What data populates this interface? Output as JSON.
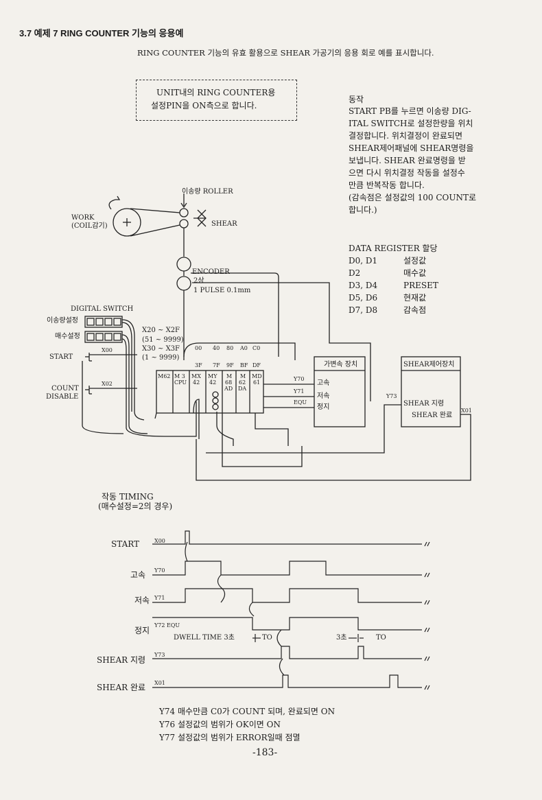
{
  "section_title": "3.7 예제 7 RING COUNTER 기능의 응용예",
  "intro": "RING COUNTER 기능의 유효 활용으로 SHEAR 가공기의 응용 회로 예를 표시합니다.",
  "note_box": [
    "UNIT내의 RING COUNTER용",
    "설정PIN을 ON측으로 합니다."
  ],
  "operation": {
    "title": "동작",
    "lines": [
      "START PB를 누르면 이송량 DIG-",
      "ITAL SWITCH로 설정한량을 위치",
      "결정합니다.  위치결정이  완료되면",
      "SHEAR제어패널에  SHEAR명령을",
      "보냅니다. SHEAR 완료명령을 받",
      "으면 다시 위치결정 작동을 설정수",
      "만큼 반복작동 합니다.",
      "(감속점은 설정값의 100 COUNT로",
      "합니다.)"
    ]
  },
  "data_register": {
    "title": "DATA REGISTER 할당",
    "rows": [
      {
        "reg": "D0, D1",
        "desc": "설정값"
      },
      {
        "reg": "D2",
        "desc": "매수값"
      },
      {
        "reg": "D3, D4",
        "desc": "PRESET"
      },
      {
        "reg": "D5, D6",
        "desc": "현재값"
      },
      {
        "reg": "D7, D8",
        "desc": "감속점"
      }
    ]
  },
  "mech": {
    "roller": "이송량 ROLLER",
    "work": [
      "WORK",
      "(COIL감기)"
    ],
    "shear": "SHEAR",
    "encoder": [
      "ENCODER",
      "2상",
      "1 PULSE 0.1mm"
    ]
  },
  "switch": {
    "title": "DIGITAL SWITCH",
    "feed": "이송량설정",
    "count": "매수설정",
    "ranges": [
      "X20 ~ X2F",
      "(51 ~ 9999)",
      "X30 ~ X3F",
      "(1 ~ 9999)"
    ],
    "start": "START",
    "x00": "X00",
    "count_disable": [
      "COUNT",
      "DISABLE"
    ],
    "x02": "X02"
  },
  "plc": {
    "addr_top": [
      "00",
      "40",
      "80",
      "A0",
      "C0"
    ],
    "addr_bottom": [
      "3F",
      "7F",
      "9F",
      "BF",
      "DF"
    ],
    "m62": "M62",
    "modules": [
      [
        "M 3",
        "CPU"
      ],
      [
        "MX",
        "42"
      ],
      [
        "MY",
        "42"
      ],
      [
        "M",
        "68",
        "AD"
      ],
      [
        "M",
        "62",
        "DA"
      ],
      [
        "MD",
        "61"
      ]
    ]
  },
  "speed_unit": {
    "title": "가변속 장치",
    "items": [
      "고속",
      "저속",
      "정지"
    ],
    "y70": "Y70",
    "y71": "Y71",
    "equ": "EQU"
  },
  "shear_unit": {
    "title": "SHEAR제어장치",
    "cmd": "SHEAR 지령",
    "done": "SHEAR 완료",
    "y73": "Y73",
    "x01": "X01"
  },
  "timing": {
    "title": "작동 TIMING",
    "subtitle": "(매수설정=2의 경우)",
    "signals": [
      {
        "label": "START",
        "addr": "X00"
      },
      {
        "label": "고속",
        "addr": "Y70"
      },
      {
        "label": "저속",
        "addr": "Y71"
      },
      {
        "label": "정지",
        "addr": "Y72  EQU"
      },
      {
        "label": "SHEAR 지령",
        "addr": "Y73"
      },
      {
        "label": "SHEAR 완료",
        "addr": "X01"
      }
    ],
    "dwell": "DWELL TIME 3초",
    "to1": "TO",
    "sec3": "3초",
    "to2": "TO"
  },
  "notes": [
    "Y74   매수만큼 C0가 COUNT 되며, 완료되면 ON",
    "Y76   설정값의 범위가 OK이면 ON",
    "Y77   설정값의 범위가 ERROR일때 점멸"
  ],
  "page_number": "-183-"
}
